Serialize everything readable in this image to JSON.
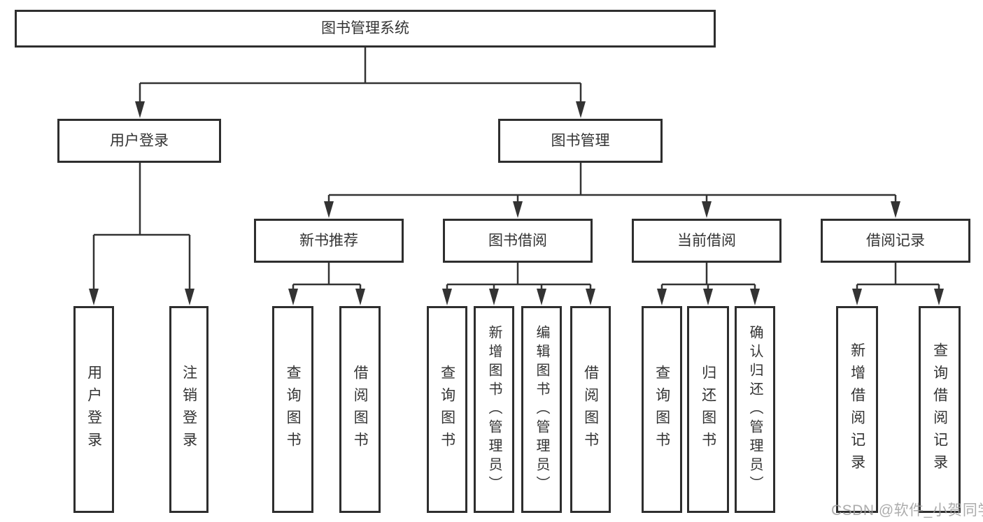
{
  "diagram_title": "图书管理系统",
  "nodes": {
    "root": "图书管理系统",
    "user_login_branch": "用户登录",
    "book_mgmt_branch": "图书管理",
    "new_book_rec": "新书推荐",
    "book_borrow": "图书借阅",
    "current_borrow": "当前借阅",
    "borrow_records": "借阅记录",
    "user_login": "用户登录",
    "logout": "注销登录",
    "nb_query_books": "查询图书",
    "nb_borrow_books": "借阅图书",
    "bb_query_books": "查询图书",
    "bb_add_books": "新增图书（管理员）",
    "bb_edit_books": "编辑图书（管理员）",
    "bb_borrow_books": "借阅图书",
    "cb_query_books": "查询图书",
    "cb_return_books": "归还图书",
    "cb_confirm_return": "确认归还（管理员）",
    "br_add_record": "新增借阅记录",
    "br_query_record": "查询借阅记录"
  },
  "tree": {
    "图书管理系统": {
      "用户登录": [
        "用户登录",
        "注销登录"
      ],
      "图书管理": {
        "新书推荐": [
          "查询图书",
          "借阅图书"
        ],
        "图书借阅": [
          "查询图书",
          "新增图书（管理员）",
          "编辑图书（管理员）",
          "借阅图书"
        ],
        "当前借阅": [
          "查询图书",
          "归还图书",
          "确认归还（管理员）"
        ],
        "借阅记录": [
          "新增借阅记录",
          "查询借阅记录"
        ]
      }
    }
  },
  "watermark": {
    "text": "CSDN @软件_小贺同学",
    "color": "#9e9e9e"
  },
  "colors": {
    "background": "#ffffff",
    "line": "#333333",
    "box_border": "#2e2e2e",
    "text": "#333333"
  }
}
